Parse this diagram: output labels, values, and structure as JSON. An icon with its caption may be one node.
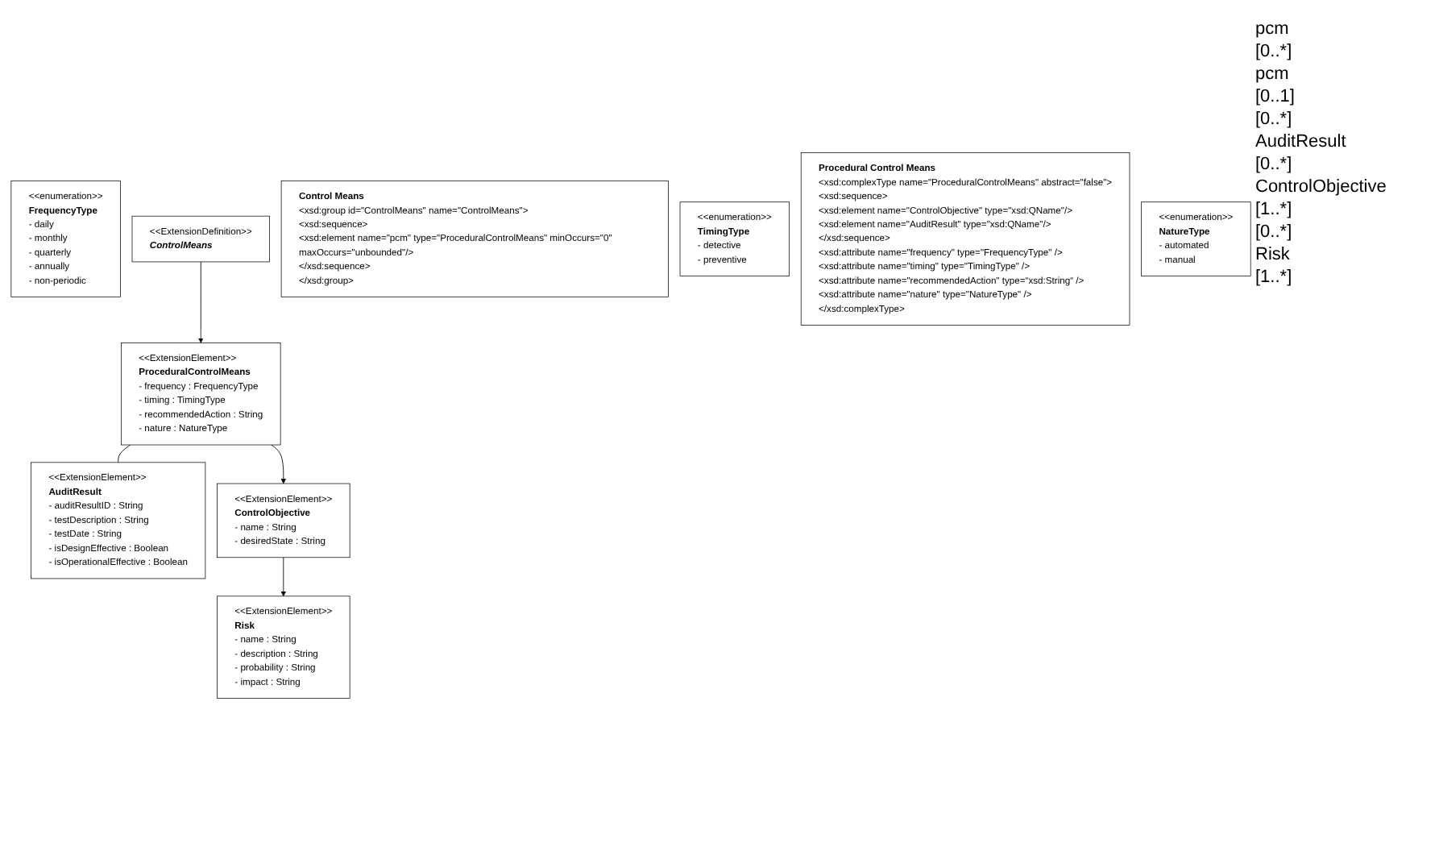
{
  "diagram": {
    "nodes": [
      {
        "text": [
          "<<enumeration>>",
          "FrequencyType",
          "- daily",
          "- monthly",
          "- quarterly",
          "- annually",
          "- non-periodic"
        ]
      },
      {
        "text": [
          "<<ExtensionDefinition>>",
          "ControlMeans"
        ]
      },
      {
        "text": [
          "Control Means",
          "<xsd:group id=\"ControlMeans\" name=\"ControlMeans\">",
          "<xsd:sequence>",
          "<xsd:element name=\"pcm\" type=\"ProceduralControlMeans\" minOccurs=\"0\" maxOccurs=\"unbounded\"/>",
          "</xsd:sequence>",
          "</xsd:group>"
        ]
      },
      {
        "text": [
          "<<enumeration>>",
          "TimingType",
          "- detective",
          "- preventive"
        ]
      },
      {
        "text": [
          "<<ExtensionElement>>",
          "ProceduralControlMeans",
          "- frequency : FrequencyType",
          "- timing : TimingType",
          "- recommendedAction : String",
          "- nature : NatureType"
        ]
      },
      {
        "text": [
          "<<ExtensionElement>>",
          "AuditResult",
          "- auditResultID : String",
          "- testDescription : String",
          "- testDate : String",
          "- isDesignEffective : Boolean",
          "- isOperationalEffective : Boolean"
        ]
      },
      {
        "text": [
          "<<ExtensionElement>>",
          "ControlObjective",
          "- name : String",
          "- desiredState : String"
        ]
      },
      {
        "text": [
          "Procedural Control Means",
          "<xsd:complexType name=\"ProceduralControlMeans\" abstract=\"false\">",
          "<xsd:sequence>",
          "<xsd:element name=\"ControlObjective\" type=\"xsd:QName\"/>",
          "<xsd:element name=\"AuditResult\" type=\"xsd:QName\"/>",
          "</xsd:sequence>",
          "<xsd:attribute name=\"frequency\" type=\"FrequencyType\" />",
          "<xsd:attribute name=\"timing\" type=\"TimingType\" />",
          "<xsd:attribute name=\"recommendedAction\" type=“xsd:String“ />",
          "<xsd:attribute name=\"nature\" type=\"NatureType\" />",
          "</xsd:complexType>"
        ]
      },
      {
        "text": [
          "<<enumeration>>",
          "NatureType",
          "- automated",
          "- manual"
        ]
      },
      {
        "text": [
          "<<ExtensionElement>>",
          "Risk",
          "- name : String",
          "- description : String",
          "- probability : String",
          "- impact : String"
        ]
      }
    ],
    "edges": [
      {
        "from": 1,
        "to": 4,
        "arrow": "to"
      },
      {
        "from": 4,
        "to": 5,
        "arrow": "none"
      },
      {
        "from": 4,
        "to": 6,
        "arrow": "to"
      },
      {
        "from": 6,
        "to": 9,
        "arrow": "to"
      }
    ],
    "labels": [
      "pcm",
      "[0..*]",
      "pcm",
      "[0..1]",
      "[0..*]",
      "AuditResult",
      "[0..*]",
      "ControlObjective",
      "[1..*]",
      "[0..*]",
      "Risk",
      "[1..*]"
    ]
  }
}
